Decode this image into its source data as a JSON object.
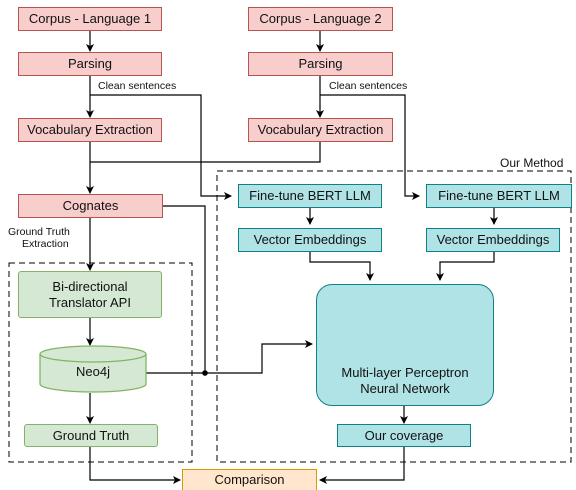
{
  "nodes": {
    "corpus1": "Corpus - Language 1",
    "corpus2": "Corpus - Language 2",
    "parsing1": "Parsing",
    "parsing2": "Parsing",
    "vocab1": "Vocabulary Extraction",
    "vocab2": "Vocabulary Extraction",
    "cognates": "Cognates",
    "translator_line1": "Bi-directional",
    "translator_line2": "Translator API",
    "neo4j": "Neo4j",
    "ground_truth": "Ground Truth",
    "finetune1": "Fine-tune BERT LLM",
    "finetune2": "Fine-tune BERT LLM",
    "vectors1": "Vector Embeddings",
    "vectors2": "Vector Embeddings",
    "mlp_line1": "Multi-layer Perceptron",
    "mlp_line2": "Neural Network",
    "coverage": "Our coverage",
    "comparison": "Comparison"
  },
  "edge_labels": {
    "clean1": "Clean sentences",
    "clean2": "Clean sentences",
    "gt_extraction_line1": "Ground Truth",
    "gt_extraction_line2": "Extraction"
  },
  "groups": {
    "our_method": "Our Method"
  },
  "colors": {
    "red_fill": "#f8cecc",
    "red_stroke": "#b85450",
    "green_fill": "#d5e8d4",
    "green_stroke": "#82b366",
    "teal_fill": "#b0e3e6",
    "teal_stroke": "#0e8088",
    "orange_fill": "#ffe6cc",
    "orange_stroke": "#d79b00"
  }
}
